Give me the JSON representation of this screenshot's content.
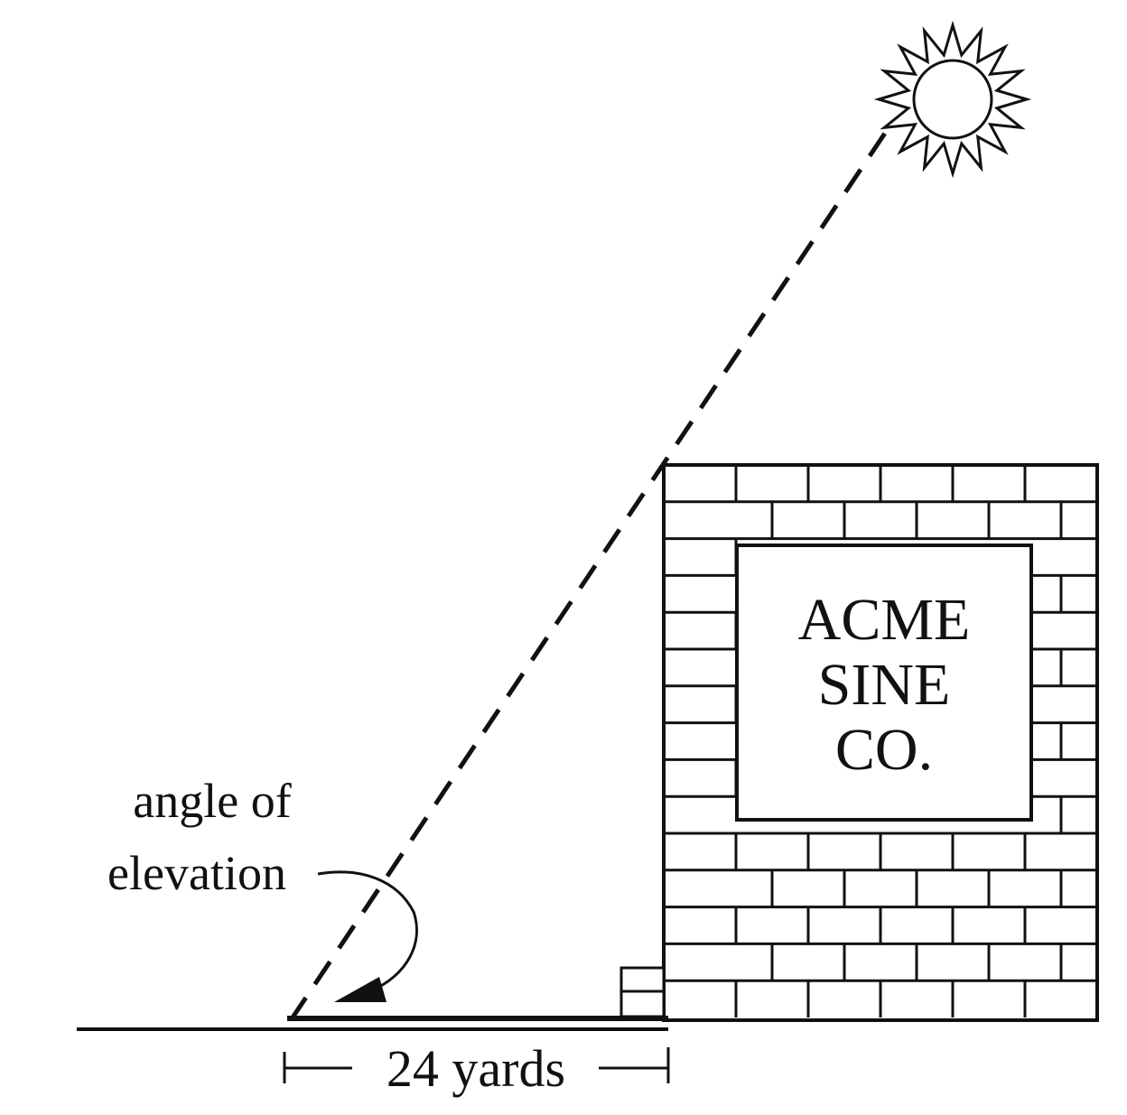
{
  "diagram": {
    "angle_label_line1": "angle of",
    "angle_label_line2": "elevation",
    "distance_label": "24 yards",
    "sign_line1": "ACME",
    "sign_line2": "SINE",
    "sign_line3": "CO."
  },
  "colors": {
    "ink": "#111111",
    "background": "#ffffff"
  },
  "icons": {
    "sun": "sun-icon"
  }
}
